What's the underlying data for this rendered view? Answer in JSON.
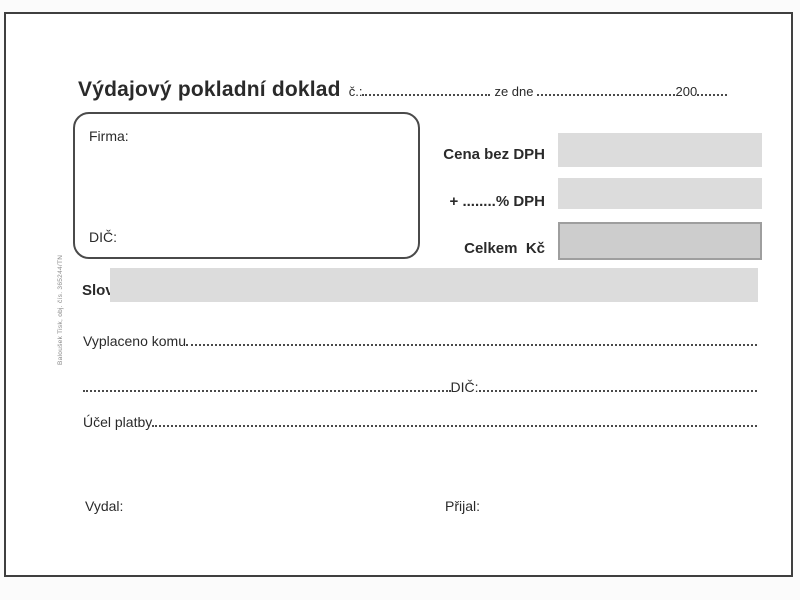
{
  "form": {
    "title": "Výdajový pokladní doklad",
    "number_label": "č.:",
    "date_label": "ze dne",
    "year_prefix": "200",
    "payer_box": {
      "company_label": "Firma:",
      "tax_id_label": "DIČ:"
    },
    "amounts": [
      {
        "label": "Cena bez DPH"
      },
      {
        "label": "+ ........% DPH"
      },
      {
        "label": "Celkem  Kč"
      }
    ],
    "amount_in_words_label": "Slovy",
    "paid_to_label": "Vyplaceno komu",
    "recipient_tax_id_label": "DIČ:",
    "purpose_label": "Účel platby",
    "issued_by_label": "Vydal:",
    "received_by_label": "Přijal:",
    "printer_mark": "Baloušek Tisk, obj. čís. 365244/TN"
  },
  "colors": {
    "frame-border": "#3f3f3f",
    "ink": "#2a2a2a",
    "gray-fill": "#dcdcdc",
    "total-fill": "#cdcdcd",
    "total-border": "#9e9e9e",
    "page-bg": "#fbfbfb",
    "mark-color": "#8a8a8a"
  }
}
